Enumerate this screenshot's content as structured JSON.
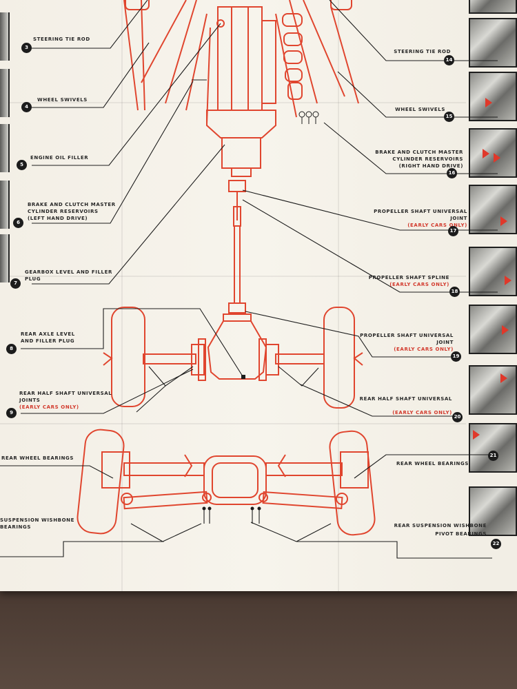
{
  "labels": {
    "l3": "Steering tie rod",
    "l4": "Wheel swivels",
    "l5": "Engine oil filler",
    "l6a": "Brake and clutch master",
    "l6b": "cylinder reservoirs",
    "l6c": "(left hand drive)",
    "l7a": "Gearbox level and filler",
    "l7b": "plug",
    "l8a": "Rear axle level",
    "l8b": "and filler plug",
    "l9a": "Rear half shaft universal",
    "l9b": "joints",
    "l9c": "(Early cars only)",
    "lrw": "Rear wheel bearings",
    "lsw1": "Suspension wishbone",
    "lsw2": "bearings",
    "r14": "Steering tie rod",
    "r15": "Wheel swivels",
    "r16a": "Brake and clutch master",
    "r16b": "cylinder reservoirs",
    "r16c": "(right hand drive)",
    "r17a": "Propeller shaft universal",
    "r17b": "joint",
    "r17c": "(Early cars only)",
    "r18a": "Propeller shaft spline",
    "r18b": "(Early cars only)",
    "r19a": "Propeller shaft universal",
    "r19b": "joint",
    "r19c": "(Early cars only)",
    "r20a": "Rear half shaft universal",
    "r20b": "(Early cars only)",
    "r21": "Rear wheel bearings",
    "r22a": "Rear suspension wishbone",
    "r22b": "pivot bearings"
  },
  "numbers": {
    "n3": "3",
    "n4": "4",
    "n5": "5",
    "n6": "6",
    "n7": "7",
    "n8": "8",
    "n9": "9",
    "n14": "14",
    "n15": "15",
    "n16": "16",
    "n17": "17",
    "n18": "18",
    "n19": "19",
    "n20": "20",
    "n21": "21",
    "n22": "22"
  },
  "colors": {
    "drawing_red": "#e0452e",
    "leader_black": "#1c1c1c",
    "paper": "#f5f2ea"
  }
}
